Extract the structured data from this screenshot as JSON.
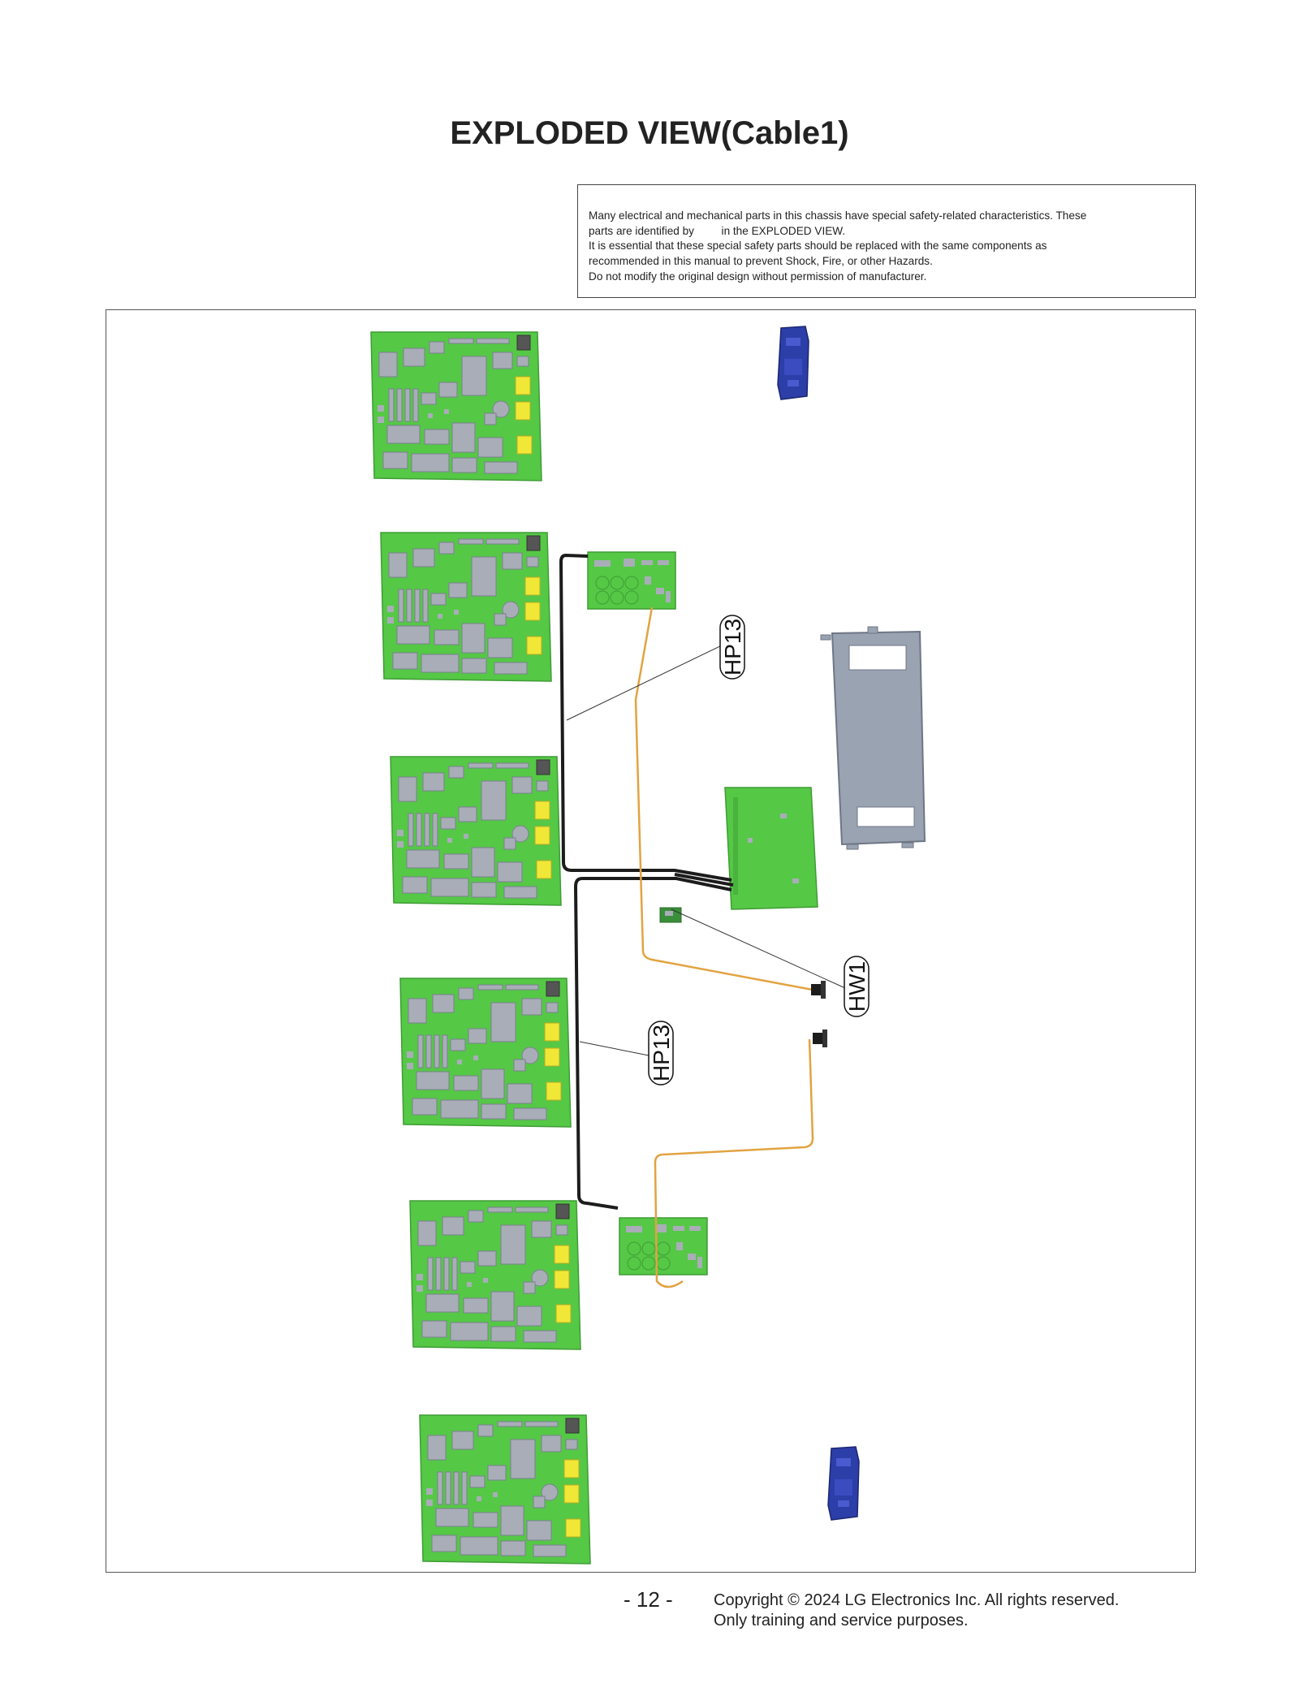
{
  "page": {
    "title": "EXPLODED VIEW(Cable1)",
    "page_number": "- 12 -"
  },
  "notice": {
    "line1": "Many electrical and mechanical parts in this chassis have special safety-related characteristics. These",
    "line2_before": "parts are identified by",
    "line2_after": "in the EXPLODED VIEW.",
    "line3": "It is essential that these special safety parts should be replaced with the same components as",
    "line4": "recommended in this manual to prevent Shock, Fire, or other Hazards.",
    "line5": "Do not modify the original design without permission of manufacturer."
  },
  "callouts": {
    "hp13_upper": "HP13",
    "hp13_lower": "HP13",
    "hw1": "HW1"
  },
  "footer": {
    "copyright_line1": "Copyright © 2024 LG Electronics Inc. All rights reserved.",
    "copyright_line2": "Only training and service purposes."
  },
  "colors": {
    "board_green": "#55c846",
    "component_gray": "#a9adb8",
    "capacitor_yellow": "#f1e737",
    "bracket_blue": "#2c3ea8",
    "cable_black": "#1c1c1c",
    "cable_orange": "#e2a341",
    "frame_gray": "#9aa3b2"
  }
}
